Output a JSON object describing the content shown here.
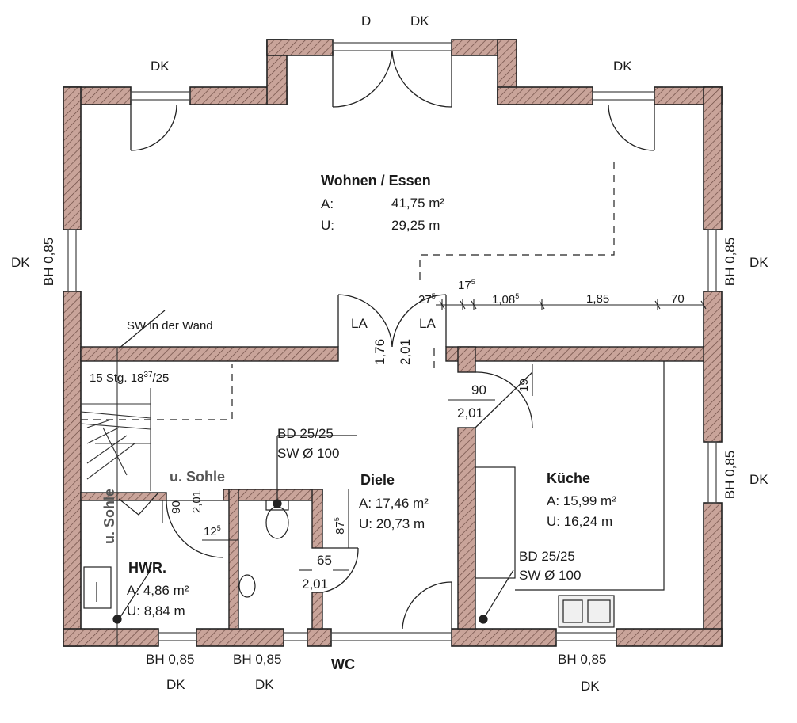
{
  "rooms": {
    "wohnen": {
      "name": "Wohnen / Essen",
      "area_label": "A:",
      "area": "41,75 m²",
      "perim_label": "U:",
      "perim": "29,25 m"
    },
    "diele": {
      "name": "Diele",
      "area": "A: 17,46 m²",
      "perim": "U: 20,73 m"
    },
    "kueche": {
      "name": "Küche",
      "area": "A: 15,99 m²",
      "perim": "U: 16,24 m"
    },
    "hwr": {
      "name": "HWR.",
      "area": "A: 4,86 m²",
      "perim": "U: 8,84 m"
    },
    "wc": {
      "name": "WC"
    }
  },
  "windows": {
    "dk": "DK",
    "d": "D",
    "bh": "BH 0,85"
  },
  "annotations": {
    "sw_wall": "SW in der Wand",
    "la": "LA",
    "stairs": "15 Stg. 18",
    "stairs_sup": "37",
    "stairs_tail": "/25",
    "u_sohle": "u. Sohle",
    "bd": "BD 25/25",
    "sw": "SW Ø 100"
  },
  "dimensions": {
    "d176": "1,76",
    "d201": "2,01",
    "d275": "27",
    "d175": "17",
    "d1085": "1,08",
    "sup5": "5",
    "d185": "1,85",
    "d70": "70",
    "d90": "90",
    "d19": "19",
    "d87": "87",
    "d12": "12",
    "d65": "65"
  }
}
